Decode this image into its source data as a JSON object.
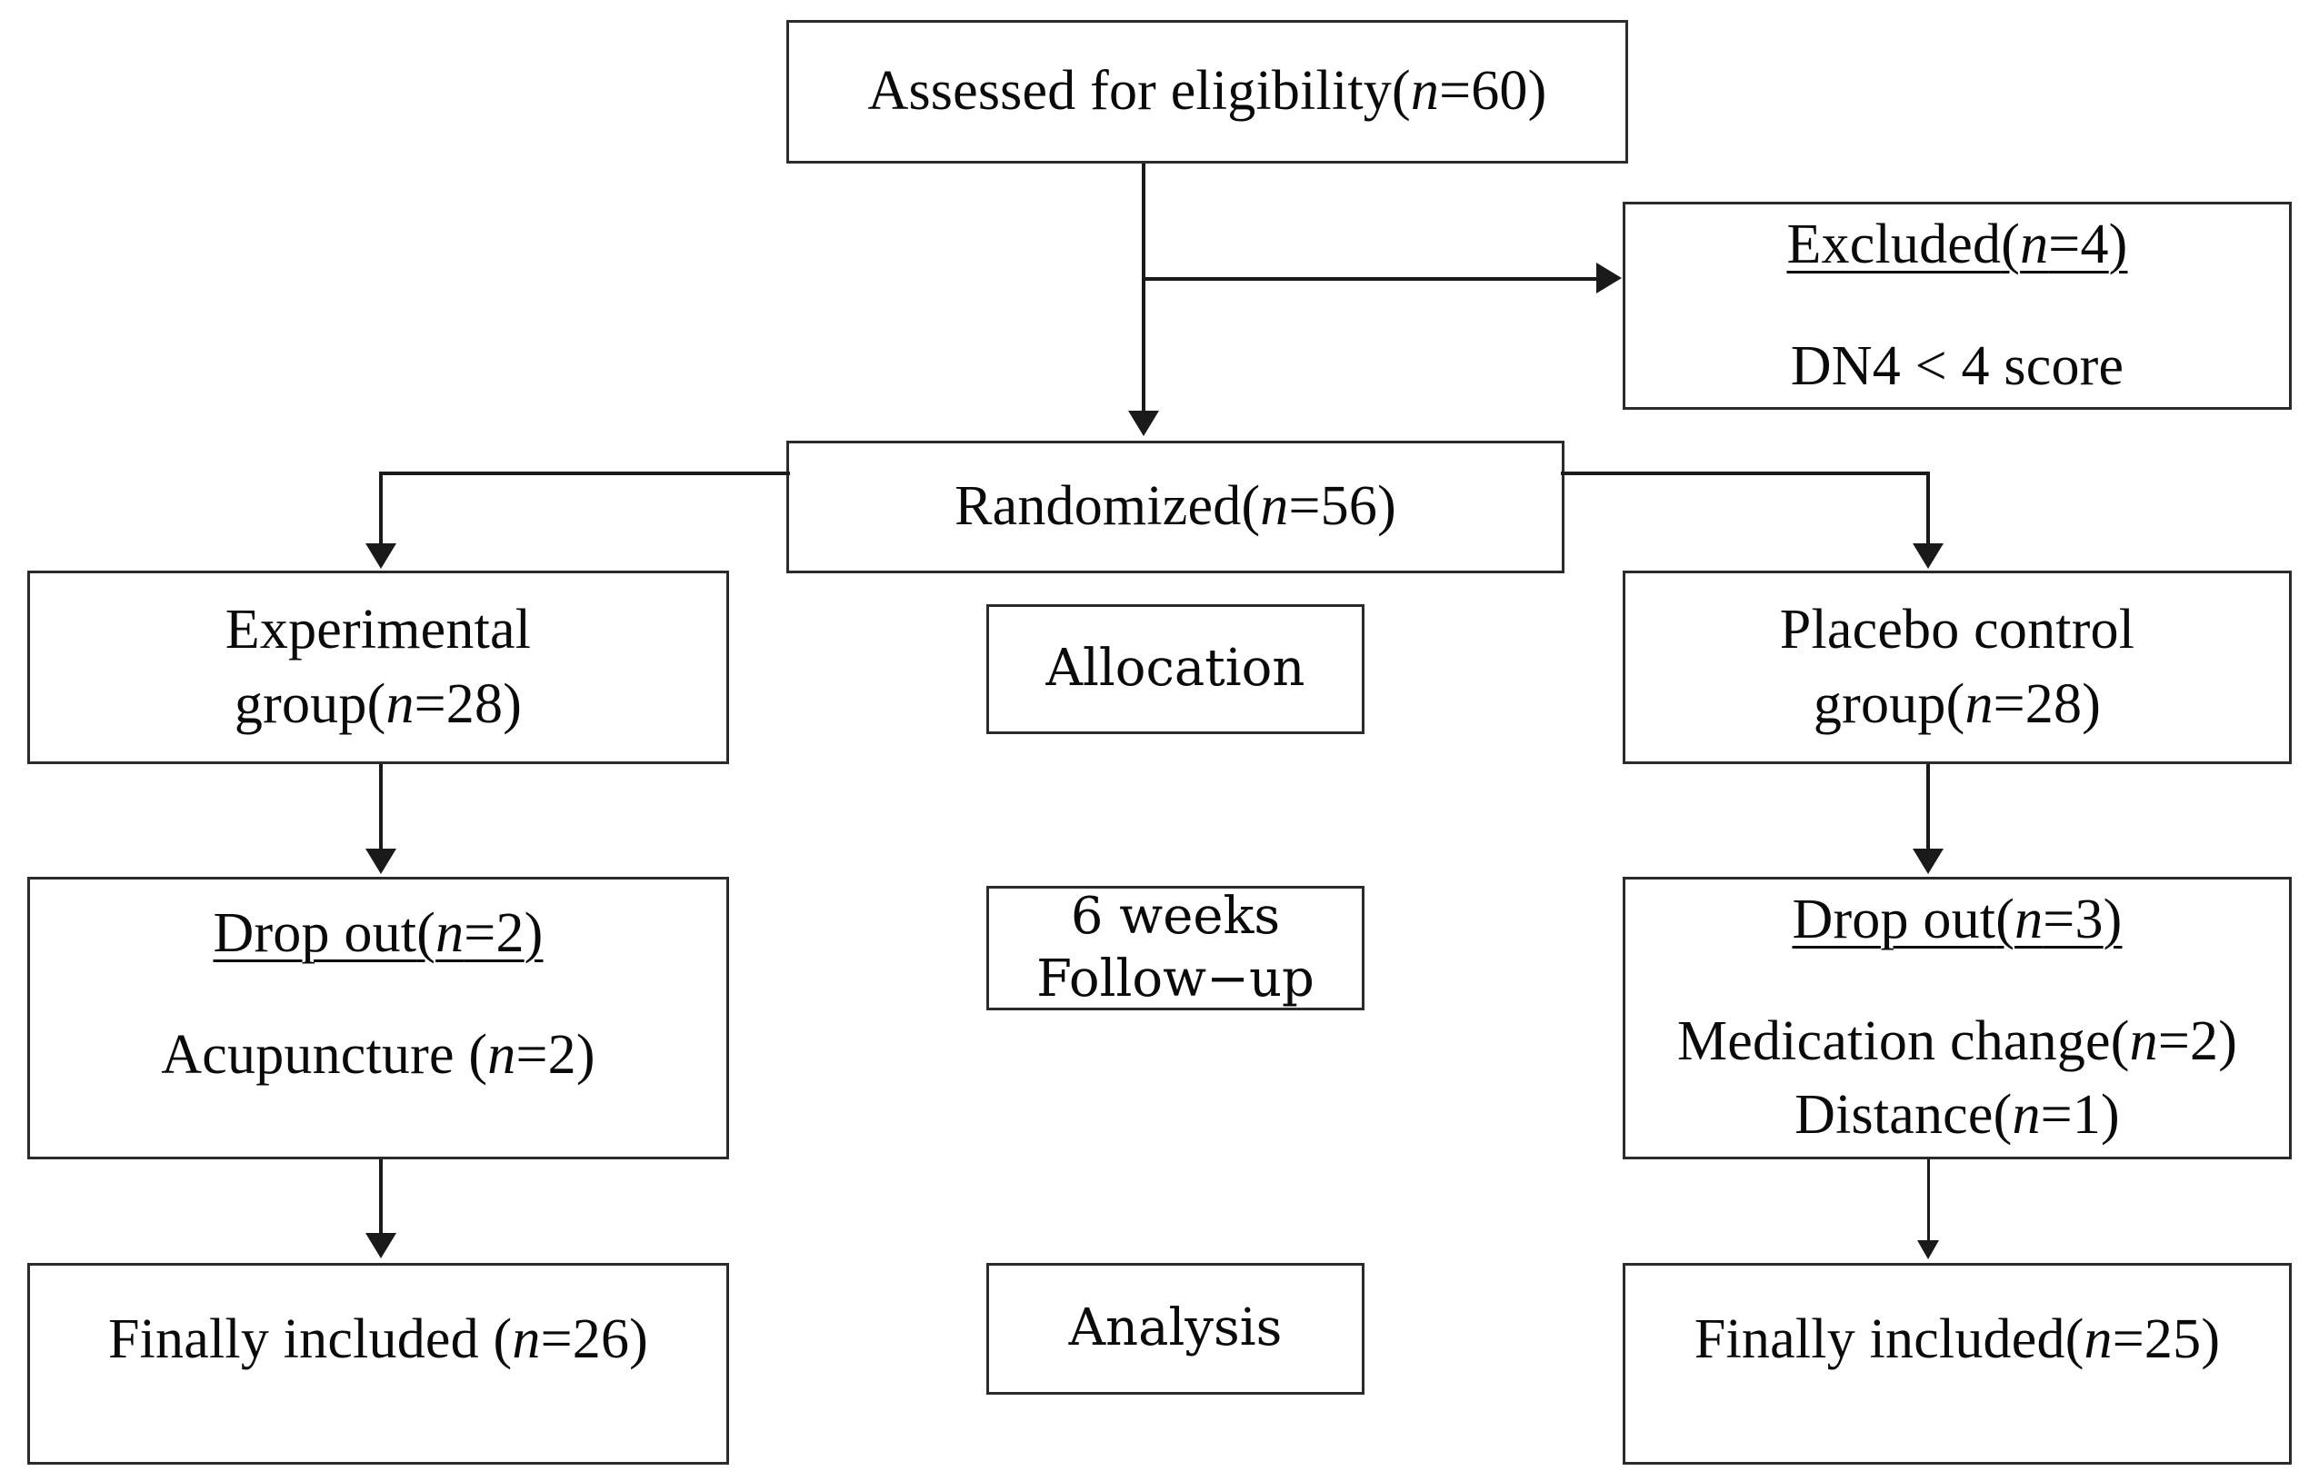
{
  "diagram": {
    "title": "CONSORT participant flow diagram",
    "line_color": "#1a1a1a",
    "box_border_color": "#2b2b2b",
    "background": "#ffffff"
  },
  "boxes": {
    "assessed": {
      "line1_a": "Assessed for eligibility",
      "line1_paren_open": "(",
      "line1_n": "n",
      "line1_eq": "=60",
      "line1_paren_close": ")"
    },
    "excluded": {
      "line1_a": "Excluded",
      "line1_paren_open": "(",
      "line1_n": "n",
      "line1_eq": "=4",
      "line1_paren_close": ")",
      "line2": "DN4 < 4 score"
    },
    "randomized": {
      "line1_a": "Randomized",
      "line1_paren_open": "(",
      "line1_n": "n",
      "line1_eq": "=56",
      "line1_paren_close": ")"
    },
    "experimental": {
      "line1": "Experimental",
      "line2_a": "group",
      "line2_paren_open": "(",
      "line2_n": "n",
      "line2_eq": "=28",
      "line2_paren_close": ")"
    },
    "placebo": {
      "line1": "Placebo control",
      "line2_a": "group",
      "line2_paren_open": "(",
      "line2_n": "n",
      "line2_eq": "=28",
      "line2_paren_close": ")"
    },
    "dropout_experimental": {
      "line1_a": "Drop out",
      "line1_paren_open": "(",
      "line1_n": "n",
      "line1_eq": "=2",
      "line1_paren_close": ")",
      "line2_a": "Acupuncture ",
      "line2_paren_open": "(",
      "line2_n": "n",
      "line2_eq": "=2",
      "line2_paren_close": ")"
    },
    "dropout_placebo": {
      "line1_a": "Drop out",
      "line1_paren_open": "(",
      "line1_n": "n",
      "line1_eq": "=3",
      "line1_paren_close": ")",
      "line2_a": "Medication change",
      "line2_paren_open": "(",
      "line2_n": "n",
      "line2_eq": "=2",
      "line2_paren_close": ")",
      "line3_a": "Distance",
      "line3_paren_open": "(",
      "line3_n": "n",
      "line3_eq": "=1",
      "line3_paren_close": ")"
    },
    "final_experimental": {
      "line1_a": "Finally included ",
      "line1_paren_open": "(",
      "line1_n": "n",
      "line1_eq": "=26",
      "line1_paren_close": ")"
    },
    "final_placebo": {
      "line1_a": "Finally included",
      "line1_paren_open": "(",
      "line1_n": "n",
      "line1_eq": "=25",
      "line1_paren_close": ")"
    }
  },
  "stages": {
    "allocation": {
      "label": "Allocation"
    },
    "followup": {
      "line1": "6 weeks",
      "line2": "Follow−up"
    },
    "analysis": {
      "label": "Analysis"
    }
  },
  "chart_data": {
    "type": "diagram",
    "title": "CONSORT flow diagram of participants",
    "nodes": [
      {
        "id": "assessed",
        "label": "Assessed for eligibility (n=60)",
        "n": 60,
        "stage": "enrollment"
      },
      {
        "id": "excluded",
        "label": "Excluded (n=4) — DN4 < 4 score",
        "n": 4,
        "stage": "enrollment"
      },
      {
        "id": "randomized",
        "label": "Randomized (n=56)",
        "n": 56,
        "stage": "randomization"
      },
      {
        "id": "experimental",
        "label": "Experimental group (n=28)",
        "n": 28,
        "stage": "allocation"
      },
      {
        "id": "placebo",
        "label": "Placebo control group (n=28)",
        "n": 28,
        "stage": "allocation"
      },
      {
        "id": "dropout_experimental",
        "label": "Drop out (n=2) — Acupuncture (n=2)",
        "n": 2,
        "stage": "follow-up"
      },
      {
        "id": "dropout_placebo",
        "label": "Drop out (n=3) — Medication change (n=2), Distance (n=1)",
        "n": 3,
        "stage": "follow-up"
      },
      {
        "id": "final_experimental",
        "label": "Finally included (n=26)",
        "n": 26,
        "stage": "analysis"
      },
      {
        "id": "final_placebo",
        "label": "Finally included (n=25)",
        "n": 25,
        "stage": "analysis"
      }
    ],
    "edges": [
      {
        "from": "assessed",
        "to": "excluded",
        "direction": "right"
      },
      {
        "from": "assessed",
        "to": "randomized",
        "direction": "down"
      },
      {
        "from": "randomized",
        "to": "experimental",
        "direction": "down-left"
      },
      {
        "from": "randomized",
        "to": "placebo",
        "direction": "down-right"
      },
      {
        "from": "experimental",
        "to": "dropout_experimental",
        "direction": "down"
      },
      {
        "from": "placebo",
        "to": "dropout_placebo",
        "direction": "down"
      },
      {
        "from": "dropout_experimental",
        "to": "final_experimental",
        "direction": "down"
      },
      {
        "from": "dropout_placebo",
        "to": "final_placebo",
        "direction": "down"
      }
    ],
    "stage_labels": [
      "Allocation",
      "6 weeks Follow−up",
      "Analysis"
    ]
  }
}
